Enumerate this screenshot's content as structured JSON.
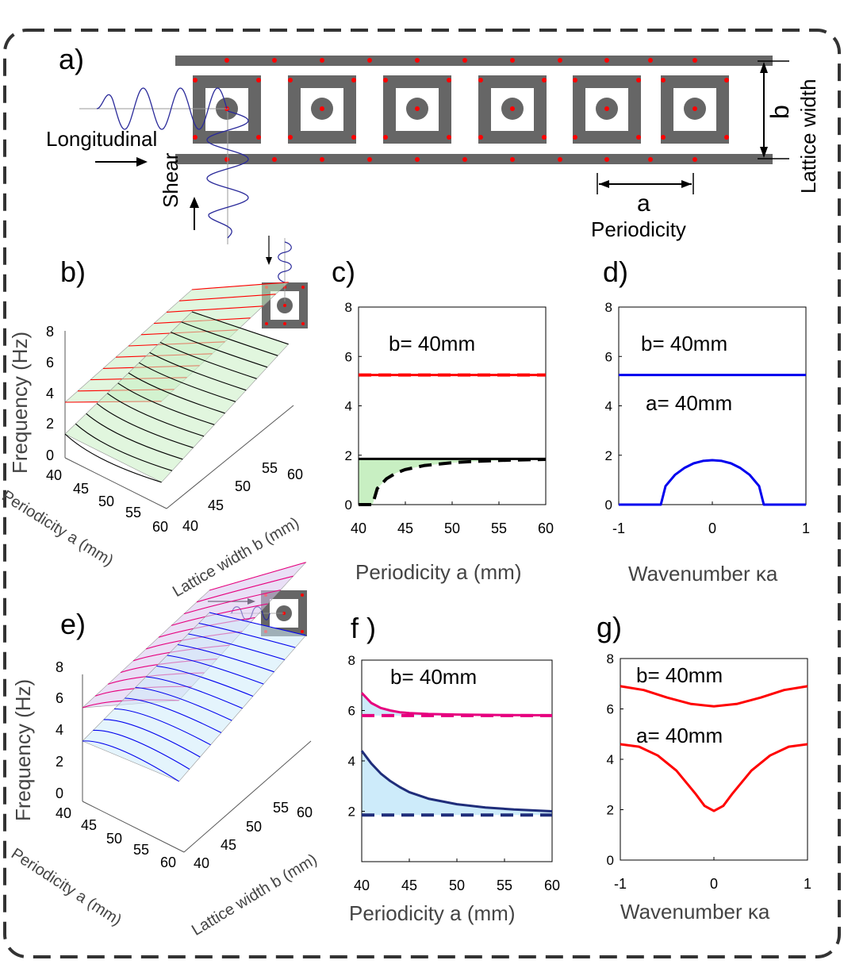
{
  "panels": {
    "a": {
      "label": "a)",
      "longitudinal": "Longitudinal",
      "shear": "Shear",
      "b_symbol": "b",
      "lattice_width": "Lattice width",
      "a_symbol": "a",
      "periodicity": "Periodicity"
    },
    "b": {
      "label": "b)",
      "zlabel": "Frequency (Hz)",
      "xlabel": "Periodicity a (mm)",
      "ylabel": "Lattice width b (mm)",
      "zticks": [
        "0",
        "2",
        "4",
        "6",
        "8"
      ],
      "xticks": [
        "40",
        "45",
        "50",
        "55",
        "60"
      ],
      "yticks": [
        "40",
        "45",
        "50",
        "55",
        "60"
      ]
    },
    "c": {
      "label": "c)",
      "xlabel": "Periodicity a (mm)",
      "annotation": "b= 40mm"
    },
    "d": {
      "label": "d)",
      "xlabel": "Wavenumber κa",
      "annotation_b": "b= 40mm",
      "annotation_a": "a= 40mm"
    },
    "e": {
      "label": "e)",
      "zlabel": "Frequency (Hz)",
      "xlabel": "Periodicity a (mm)",
      "ylabel": "Lattice width b (mm)",
      "zticks": [
        "0",
        "2",
        "4",
        "6",
        "8"
      ],
      "xticks": [
        "40",
        "45",
        "50",
        "55",
        "60"
      ],
      "yticks": [
        "40",
        "45",
        "50",
        "55",
        "60"
      ]
    },
    "f": {
      "label": "f )",
      "xlabel": "Periodicity a (mm)",
      "annotation": "b= 40mm"
    },
    "g": {
      "label": "g)",
      "xlabel": "Wavenumber κa",
      "annotation_b": "b= 40mm",
      "annotation_a": "a= 40mm"
    }
  },
  "colors": {
    "frame": "#444444",
    "lattice": "#666666",
    "node": "#ff0000",
    "wave": "#2a2a9a",
    "red": "#ff0000",
    "blue": "#0000ee",
    "navy": "#1f2d7a",
    "magenta": "#e6007e",
    "green_fill": "#c8efc2",
    "blue_fill": "#cdebfa"
  },
  "chart_data": [
    {
      "panel": "c",
      "type": "line",
      "xlim": [
        40,
        60
      ],
      "ylim": [
        0,
        8
      ],
      "xticks": [
        "40",
        "45",
        "50",
        "55",
        "60"
      ],
      "yticks": [
        "0",
        "2",
        "4",
        "6",
        "8"
      ],
      "series": [
        {
          "x": [
            40,
            60
          ],
          "y": [
            5.25,
            5.25
          ],
          "style": "solid",
          "color": "#ff0000"
        },
        {
          "x": [
            40,
            60
          ],
          "y": [
            5.25,
            5.25
          ],
          "style": "dashed",
          "color": "#ff0000"
        },
        {
          "x": [
            40,
            60
          ],
          "y": [
            1.85,
            1.85
          ],
          "style": "solid",
          "color": "#000000"
        },
        {
          "x": [
            40,
            41.5,
            42,
            43,
            44,
            45,
            47,
            50,
            53,
            56,
            60
          ],
          "y": [
            0,
            0,
            0.65,
            1.05,
            1.28,
            1.42,
            1.58,
            1.7,
            1.76,
            1.8,
            1.83
          ],
          "style": "dashed",
          "color": "#000000"
        }
      ]
    },
    {
      "panel": "d",
      "type": "line",
      "xlim": [
        -1,
        1
      ],
      "ylim": [
        0,
        8
      ],
      "xticks": [
        "-1",
        "0",
        "1"
      ],
      "yticks": [
        "0",
        "2",
        "4",
        "6",
        "8"
      ],
      "series": [
        {
          "x": [
            -1,
            1
          ],
          "y": [
            5.25,
            5.25
          ],
          "style": "solid",
          "color": "#0000ee"
        },
        {
          "x": [
            -1,
            -0.55,
            -0.5,
            -0.4,
            -0.3,
            -0.2,
            -0.1,
            0,
            0.1,
            0.2,
            0.3,
            0.4,
            0.5,
            0.55,
            1
          ],
          "y": [
            0,
            0,
            0.75,
            1.2,
            1.48,
            1.67,
            1.77,
            1.8,
            1.77,
            1.67,
            1.48,
            1.2,
            0.75,
            0,
            0
          ],
          "style": "solid",
          "color": "#0000ee"
        }
      ]
    },
    {
      "panel": "f",
      "type": "line",
      "xlim": [
        40,
        60
      ],
      "ylim": [
        0,
        8
      ],
      "xticks": [
        "40",
        "45",
        "50",
        "55",
        "60"
      ],
      "yticks": [
        "2",
        "4",
        "6",
        "8"
      ],
      "series": [
        {
          "x": [
            40,
            41,
            42,
            43,
            44,
            45,
            47,
            50,
            55,
            60
          ],
          "y": [
            6.7,
            6.3,
            6.1,
            6.0,
            5.93,
            5.9,
            5.86,
            5.84,
            5.82,
            5.81
          ],
          "style": "solid",
          "color": "#e6007e"
        },
        {
          "x": [
            40,
            60
          ],
          "y": [
            5.8,
            5.8
          ],
          "style": "dashed",
          "color": "#e6007e"
        },
        {
          "x": [
            40,
            41,
            42,
            43,
            44,
            45,
            47,
            50,
            53,
            56,
            60
          ],
          "y": [
            4.4,
            3.9,
            3.5,
            3.2,
            2.96,
            2.76,
            2.5,
            2.28,
            2.15,
            2.07,
            2.0
          ],
          "style": "solid",
          "color": "#1f2d7a"
        },
        {
          "x": [
            40,
            60
          ],
          "y": [
            1.85,
            1.85
          ],
          "style": "dashed",
          "color": "#1f2d7a"
        }
      ]
    },
    {
      "panel": "g",
      "type": "line",
      "xlim": [
        -1,
        1
      ],
      "ylim": [
        0,
        8
      ],
      "xticks": [
        "-1",
        "0",
        "1"
      ],
      "yticks": [
        "0",
        "2",
        "4",
        "6",
        "8"
      ],
      "series": [
        {
          "x": [
            -1,
            -0.75,
            -0.5,
            -0.25,
            0,
            0.25,
            0.5,
            0.75,
            1
          ],
          "y": [
            6.9,
            6.75,
            6.45,
            6.2,
            6.1,
            6.2,
            6.45,
            6.75,
            6.9
          ],
          "style": "solid",
          "color": "#ff0000"
        },
        {
          "x": [
            -1,
            -0.8,
            -0.6,
            -0.4,
            -0.2,
            -0.1,
            0,
            0.1,
            0.2,
            0.4,
            0.6,
            0.8,
            1
          ],
          "y": [
            4.6,
            4.5,
            4.15,
            3.55,
            2.65,
            2.15,
            1.95,
            2.15,
            2.65,
            3.55,
            4.15,
            4.5,
            4.6
          ],
          "style": "solid",
          "color": "#ff0000"
        }
      ]
    }
  ]
}
